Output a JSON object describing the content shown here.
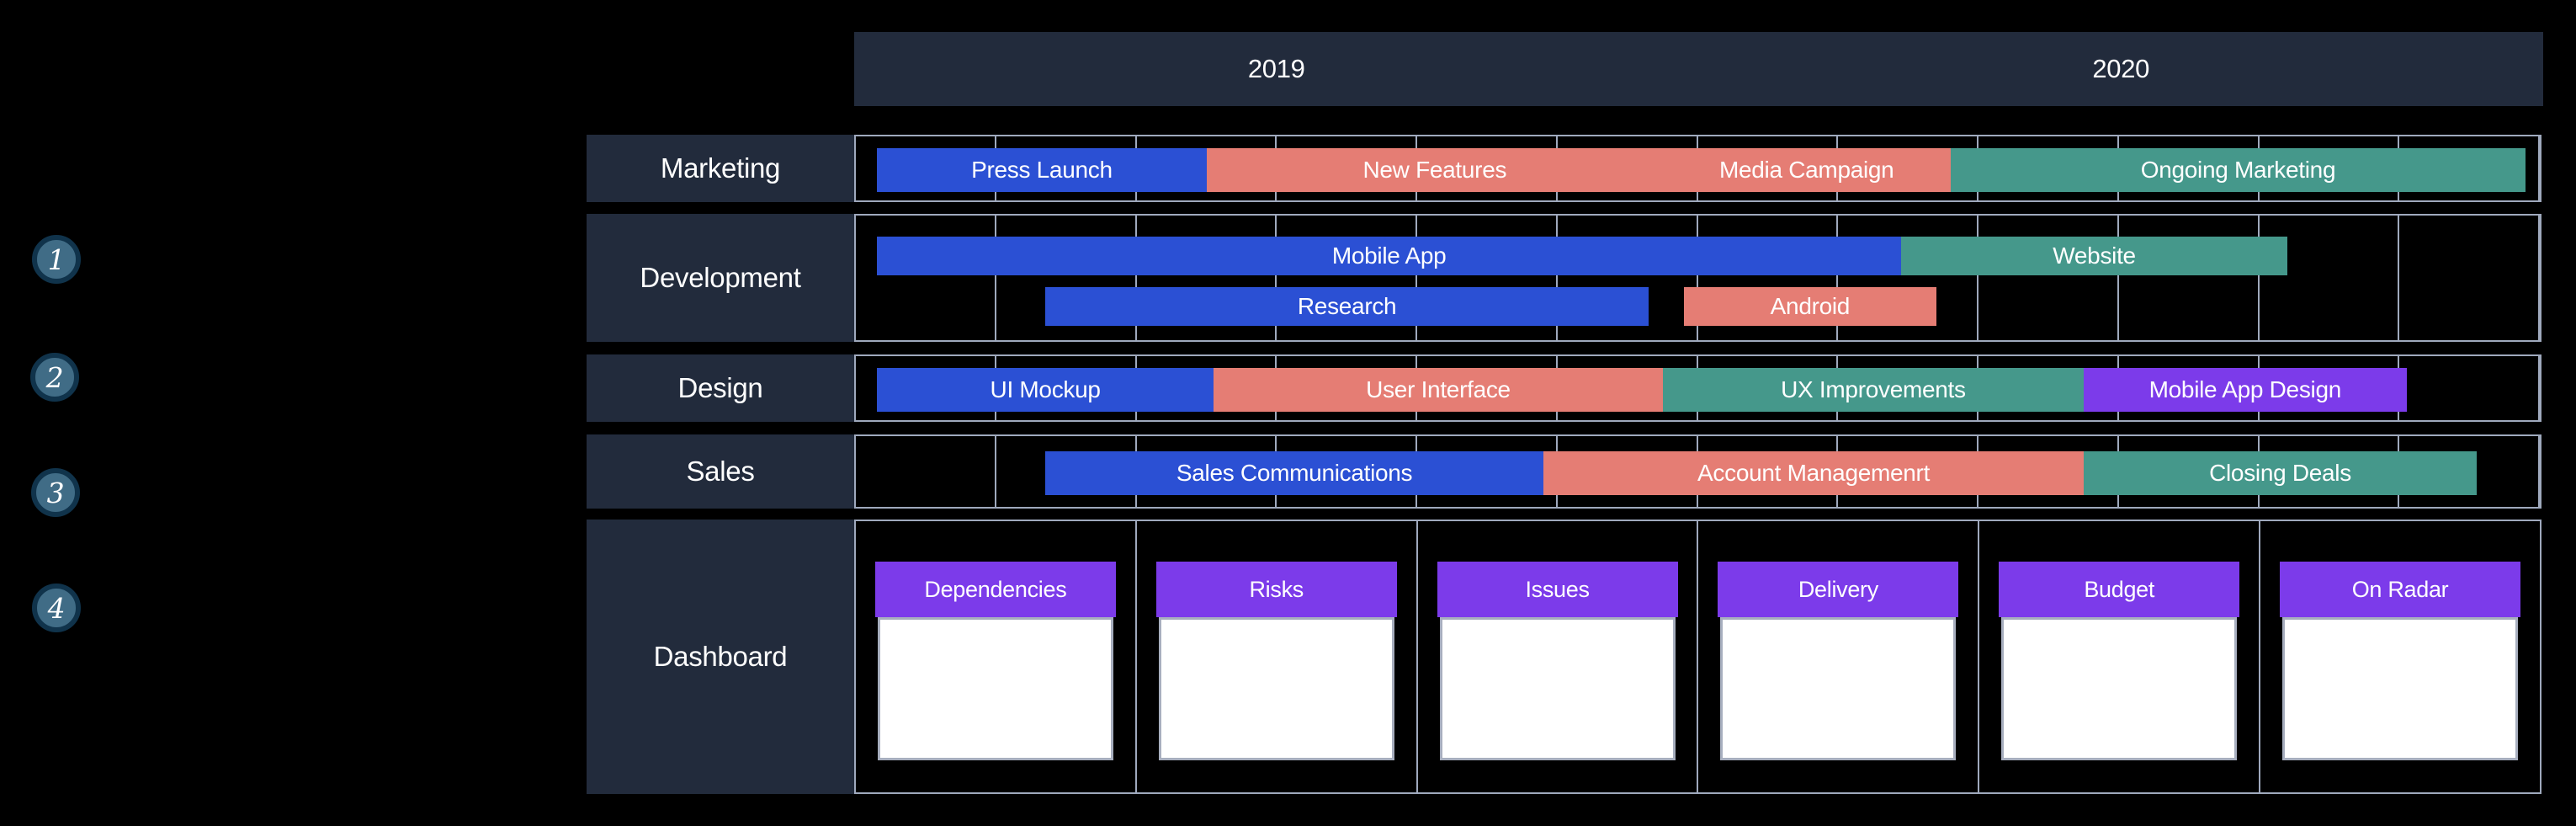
{
  "colors": {
    "background": "#000000",
    "panel": "#222B3C",
    "grid_line": "#9FA9BD",
    "text": "#FFFFFF",
    "bar_blue": "#2B50D4",
    "bar_salmon": "#E57D74",
    "bar_teal": "#45988B",
    "bar_purple": "#7C3BEA",
    "card_header": "#7C3BEA",
    "card_body": "#FFFFFF",
    "badge_fill": "#406C86",
    "badge_border": "#10334B"
  },
  "timeline": {
    "months_total": 24,
    "grid_columns": 12,
    "years": [
      {
        "label": "2019"
      },
      {
        "label": "2020"
      }
    ]
  },
  "side_badges": [
    {
      "label": "1"
    },
    {
      "label": "2"
    },
    {
      "label": "3"
    },
    {
      "label": "4"
    }
  ],
  "rows": [
    {
      "label": "Marketing",
      "lines": [
        [
          {
            "label": "Press Launch",
            "color": "bar_blue",
            "start": 0.3,
            "end": 5.0
          },
          {
            "label": "New Features",
            "color": "bar_salmon",
            "start": 5.0,
            "end": 11.5
          },
          {
            "label": "Media Campaign",
            "color": "bar_salmon",
            "start": 11.5,
            "end": 15.6
          },
          {
            "label": "Ongoing Marketing",
            "color": "bar_teal",
            "start": 15.6,
            "end": 23.8
          }
        ]
      ]
    },
    {
      "label": "Development",
      "lines": [
        [
          {
            "label": "Mobile App",
            "color": "bar_blue",
            "start": 0.3,
            "end": 14.9
          },
          {
            "label": "Website",
            "color": "bar_teal",
            "start": 14.9,
            "end": 20.4
          }
        ],
        [
          {
            "label": "Research",
            "color": "bar_blue",
            "start": 2.7,
            "end": 11.3
          },
          {
            "label": "Android",
            "color": "bar_salmon",
            "start": 11.8,
            "end": 15.4
          }
        ]
      ]
    },
    {
      "label": "Design",
      "lines": [
        [
          {
            "label": "UI Mockup",
            "color": "bar_blue",
            "start": 0.3,
            "end": 5.1
          },
          {
            "label": "User Interface",
            "color": "bar_salmon",
            "start": 5.1,
            "end": 11.5
          },
          {
            "label": "UX Improvements",
            "color": "bar_teal",
            "start": 11.5,
            "end": 17.5
          },
          {
            "label": "Mobile App Design",
            "color": "bar_purple",
            "start": 17.5,
            "end": 22.1
          }
        ]
      ]
    },
    {
      "label": "Sales",
      "lines": [
        [
          {
            "label": "Sales Communications",
            "color": "bar_blue",
            "start": 2.7,
            "end": 9.8
          },
          {
            "label": "Account Managemenrt",
            "color": "bar_salmon",
            "start": 9.8,
            "end": 17.5
          },
          {
            "label": "Closing Deals",
            "color": "bar_teal",
            "start": 17.5,
            "end": 23.1
          }
        ]
      ]
    }
  ],
  "dashboard": {
    "label": "Dashboard",
    "cards": [
      {
        "title": "Dependencies"
      },
      {
        "title": "Risks"
      },
      {
        "title": "Issues"
      },
      {
        "title": "Delivery"
      },
      {
        "title": "Budget"
      },
      {
        "title": "On Radar"
      }
    ]
  }
}
